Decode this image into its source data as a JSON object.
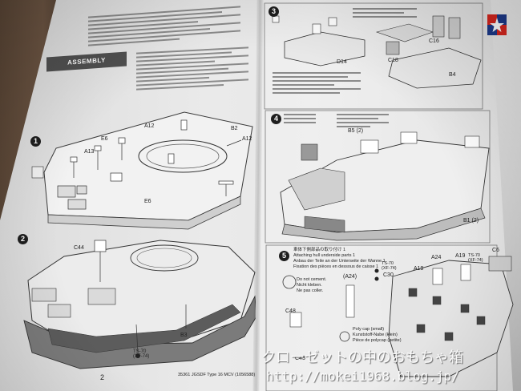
{
  "left_page": {
    "section_heading": "ASSEMBLY",
    "step1": {
      "number": "1",
      "part_labels": [
        "A12",
        "A13",
        "E6",
        "B2",
        "A12",
        "E6"
      ]
    },
    "step2": {
      "number": "2",
      "part_labels": [
        "C44",
        "B3"
      ],
      "paint_callout": "TS-70\n(XF-74)"
    },
    "page_number": "2",
    "footer_text": "35361 JGSDF Type 16 MCV (1056588)"
  },
  "right_page": {
    "step3": {
      "number": "3",
      "part_labels": [
        "D14",
        "C16",
        "C18",
        "B4"
      ]
    },
    "step4": {
      "number": "4",
      "part_labels": [
        "B5 (2)",
        "B1 (2)"
      ]
    },
    "step5": {
      "number": "5",
      "title_lines": [
        "車体下側部品の取り付け 1",
        "Attaching hull underside parts 1",
        "Anbau der Teile an der Unterseite der Wanne 1",
        "Fixation des pièces en dessous de caisse 1"
      ],
      "no_cement_notes": [
        "Do not cement.",
        "Nicht kleben.",
        "Ne pas coller."
      ],
      "part_labels": [
        "(A24)",
        "A24",
        "A19",
        "A19",
        "C30",
        "C6",
        "C48",
        "C43"
      ],
      "paint_callouts": [
        "TS-70\n(XF-74)",
        "TS-70\n(XF-74)"
      ],
      "polycap_notes": [
        "Poly cap (small)",
        "Kunststoff-Nabe (klein)",
        "Pièce de polycap (petite)"
      ]
    }
  },
  "watermark": {
    "title": "クローゼットの中のおもちゃ箱",
    "url": "http://mokei1968.blog.jp/"
  },
  "colors": {
    "paper": "#e6e6e6",
    "ink": "#222222",
    "header_bar": "#505050",
    "desk": "#5a4636",
    "background": "#3c3e43",
    "brand_red": "#d7261e",
    "brand_blue": "#1d3a8a"
  }
}
